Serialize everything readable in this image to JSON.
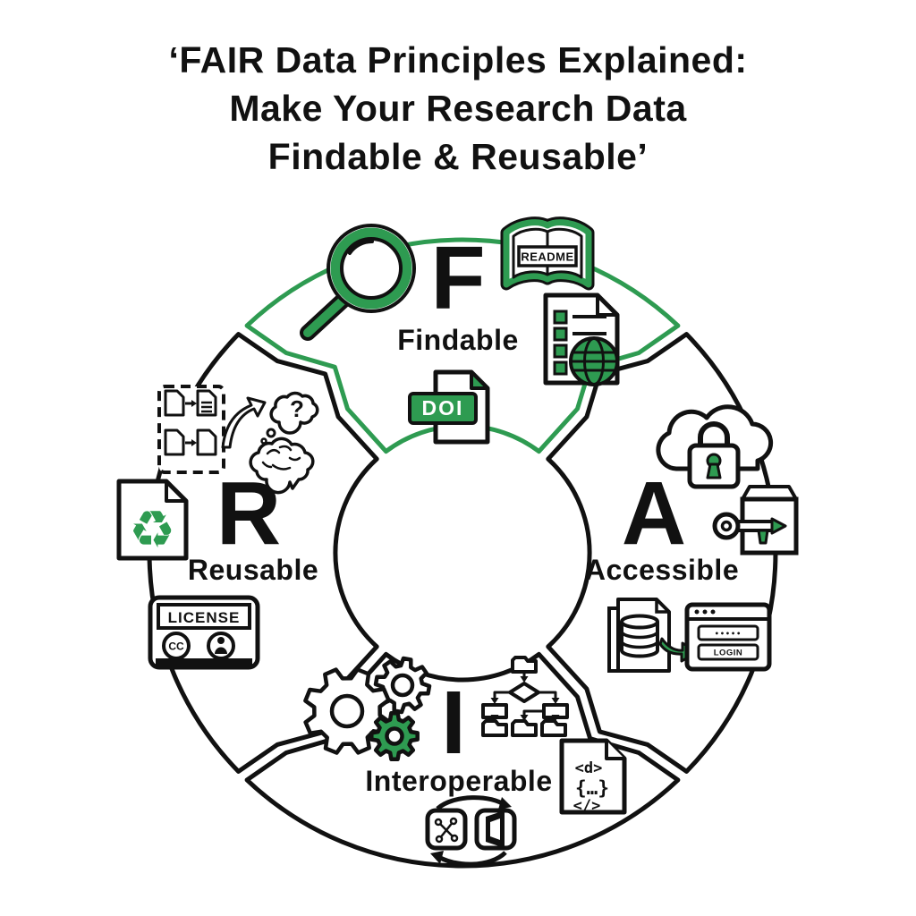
{
  "title": {
    "line1": "‘FAIR Data Principles Explained:",
    "line2": "Make Your Research Data",
    "line3": "Findable & Reusable’"
  },
  "colors": {
    "accent_green": "#2e9b51",
    "ink": "#111111",
    "background": "#ffffff"
  },
  "quadrants": [
    {
      "letter": "F",
      "label": "Findable",
      "highlighted": true,
      "icons": [
        "magnifying-glass",
        "readme-book",
        "metadata-checklist-globe",
        "doi-document"
      ]
    },
    {
      "letter": "A",
      "label": "Accessible",
      "highlighted": false,
      "icons": [
        "cloud-lock",
        "key-box",
        "database-export-login"
      ]
    },
    {
      "letter": "I",
      "label": "Interoperable",
      "highlighted": false,
      "icons": [
        "gears",
        "flowchart",
        "code-document",
        "format-exchange"
      ]
    },
    {
      "letter": "R",
      "label": "Reusable",
      "highlighted": false,
      "icons": [
        "document-transform",
        "brain-question",
        "recycle-document",
        "license-badge"
      ]
    }
  ],
  "icon_labels": {
    "readme": "README",
    "doi": "DOI",
    "license": "LICENSE",
    "cc": "CC",
    "login": "LOGIN",
    "password_mask": "•••••",
    "question_mark": "?",
    "recycle_glyph": "♻",
    "code_line1": "<d>",
    "code_line2": "{…}",
    "code_line3": "</>"
  }
}
